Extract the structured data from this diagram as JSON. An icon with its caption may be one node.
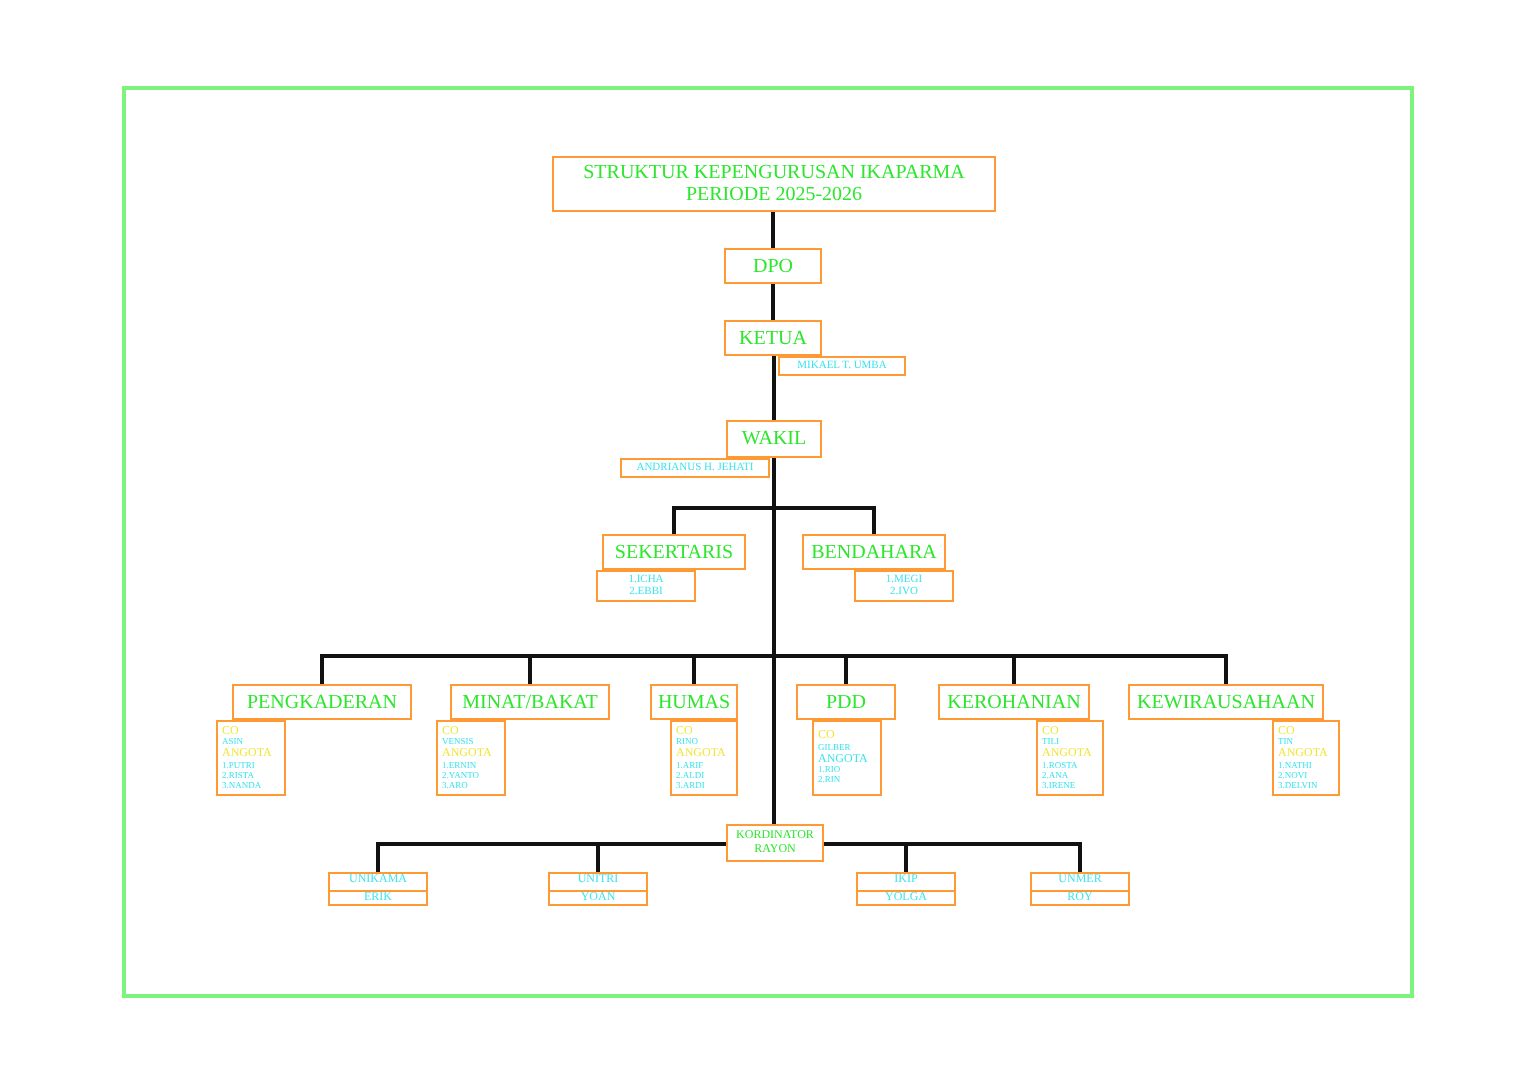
{
  "diagram": {
    "nodes": [
      {
        "text": [
          "STRUKTUR KEPENGURUSAN IKAPARMA PERIODE 2025-2026"
        ]
      },
      {
        "text": [
          "DPO"
        ]
      },
      {
        "text": [
          "KETUA"
        ]
      },
      {
        "text": [
          "MIKAEL T. UMBA"
        ]
      },
      {
        "text": [
          "WAKIL"
        ]
      },
      {
        "text": [
          "ANDRIANUS H. JEHATI"
        ]
      },
      {
        "text": [
          "SEKERTARIS"
        ]
      },
      {
        "text": [
          "1.ICHA",
          "2.EBBI"
        ]
      },
      {
        "text": [
          "BENDAHARA"
        ]
      },
      {
        "text": [
          "1.MEGI",
          "2.IVO"
        ]
      },
      {
        "text": [
          "PENGKADERAN"
        ]
      },
      {
        "text": [
          "CO",
          "ASIN",
          "ANGOTA",
          "1.PUTRI",
          "2.RISTA",
          "3.NANDA"
        ]
      },
      {
        "text": [
          "MINAT/BAKAT"
        ]
      },
      {
        "text": [
          "CO",
          "VENSIS",
          "ANGOTA",
          "1.ERNIN",
          "2.YANTO",
          "3.ARO"
        ]
      },
      {
        "text": [
          "HUMAS"
        ]
      },
      {
        "text": [
          "CO",
          "RINO",
          "ANGOTA",
          "1.ARIF",
          "2.ALDI",
          "3.ARDI"
        ]
      },
      {
        "text": [
          "PDD"
        ]
      },
      {
        "text": [
          "CO",
          "GILBER",
          "ANGOTA",
          "1.RIO",
          "2.RIN"
        ]
      },
      {
        "text": [
          "KEROHANIAN"
        ]
      },
      {
        "text": [
          "CO",
          "TILI",
          "ANGOTA",
          "1.ROSTA",
          "2.ANA",
          "3.IRENE"
        ]
      },
      {
        "text": [
          "KEWIRAUSAHAAN"
        ]
      },
      {
        "text": [
          "CO",
          "TIN",
          "ANGOTA",
          "1.NATHI",
          "2.NOVI",
          "3.DELVIN"
        ]
      },
      {
        "text": [
          "KORDINATOR RAYON"
        ]
      },
      {
        "text": [
          "UNIKAMA",
          "ERIK"
        ]
      },
      {
        "text": [
          "UNITRI",
          "YOAN"
        ]
      },
      {
        "text": [
          "IKIP",
          "YOLGA"
        ]
      },
      {
        "text": [
          "UNMER",
          "ROY"
        ]
      }
    ],
    "edges": [
      {
        "from": 0,
        "to": 1,
        "arrow": "none"
      },
      {
        "from": 1,
        "to": 2,
        "arrow": "none"
      },
      {
        "from": 2,
        "to": 4,
        "arrow": "none"
      },
      {
        "from": 4,
        "to": 6,
        "arrow": "none"
      },
      {
        "from": 4,
        "to": 8,
        "arrow": "none"
      },
      {
        "from": 4,
        "to": 10,
        "arrow": "none"
      },
      {
        "from": 4,
        "to": 12,
        "arrow": "none"
      },
      {
        "from": 4,
        "to": 14,
        "arrow": "none"
      },
      {
        "from": 4,
        "to": 16,
        "arrow": "none"
      },
      {
        "from": 4,
        "to": 18,
        "arrow": "none"
      },
      {
        "from": 4,
        "to": 20,
        "arrow": "none"
      },
      {
        "from": 4,
        "to": 22,
        "arrow": "none"
      },
      {
        "from": 22,
        "to": 23,
        "arrow": "none"
      },
      {
        "from": 22,
        "to": 24,
        "arrow": "none"
      },
      {
        "from": 22,
        "to": 25,
        "arrow": "none"
      },
      {
        "from": 22,
        "to": 26,
        "arrow": "none"
      }
    ]
  }
}
